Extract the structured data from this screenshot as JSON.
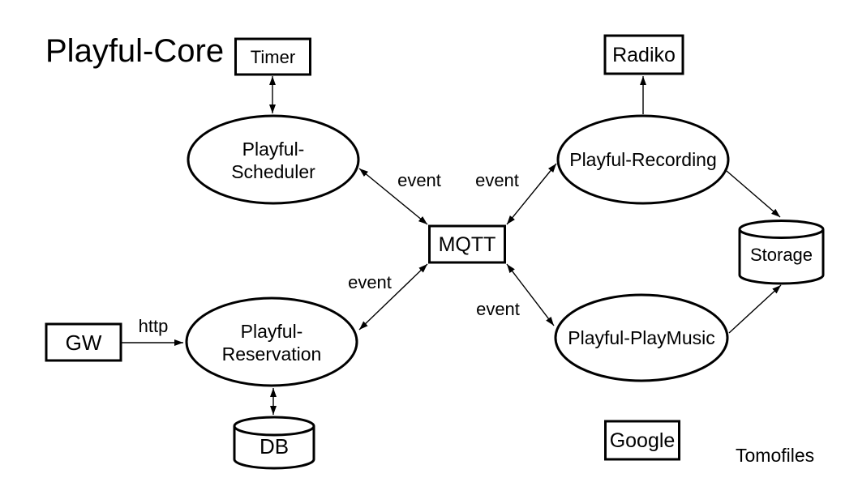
{
  "title": "Playful-Core",
  "attribution": "Tomofiles",
  "nodes": {
    "timer": {
      "label": "Timer",
      "shape": "rectangle"
    },
    "radiko": {
      "label": "Radiko",
      "shape": "rectangle"
    },
    "mqtt": {
      "label": "MQTT",
      "shape": "rectangle"
    },
    "gw": {
      "label": "GW",
      "shape": "rectangle"
    },
    "google": {
      "label": "Google",
      "shape": "rectangle"
    },
    "storage": {
      "label": "Storage",
      "shape": "cylinder"
    },
    "db": {
      "label": "DB",
      "shape": "cylinder"
    },
    "scheduler": {
      "label": "Playful-Scheduler",
      "line1": "Playful-",
      "line2": "Scheduler",
      "shape": "ellipse"
    },
    "recording": {
      "label": "Playful-Recording",
      "shape": "ellipse"
    },
    "reservation": {
      "label": "Playful-Reservation",
      "line1": "Playful-",
      "line2": "Reservation",
      "shape": "ellipse"
    },
    "playmusic": {
      "label": "Playful-PlayMusic",
      "shape": "ellipse"
    }
  },
  "edges": {
    "timer_scheduler": {
      "from": "Timer",
      "to": "Playful-Scheduler",
      "arrows": "both"
    },
    "recording_radiko": {
      "from": "Playful-Recording",
      "to": "Radiko",
      "arrows": "to"
    },
    "scheduler_mqtt": {
      "from": "Playful-Scheduler",
      "to": "MQTT",
      "arrows": "both",
      "label": "event"
    },
    "mqtt_recording": {
      "from": "MQTT",
      "to": "Playful-Recording",
      "arrows": "both",
      "label": "event"
    },
    "reservation_mqtt": {
      "from": "Playful-Reservation",
      "to": "MQTT",
      "arrows": "both",
      "label": "event"
    },
    "mqtt_playmusic": {
      "from": "MQTT",
      "to": "Playful-PlayMusic",
      "arrows": "both",
      "label": "event"
    },
    "gw_reservation": {
      "from": "GW",
      "to": "Playful-Reservation",
      "arrows": "to",
      "label": "http"
    },
    "reservation_db": {
      "from": "Playful-Reservation",
      "to": "DB",
      "arrows": "both"
    },
    "recording_storage": {
      "from": "Playful-Recording",
      "to": "Storage",
      "arrows": "to"
    },
    "playmusic_storage": {
      "from": "Playful-PlayMusic",
      "to": "Storage",
      "arrows": "to"
    }
  },
  "colors": {
    "background": "#ffffff",
    "stroke": "#000000",
    "text": "#000000"
  }
}
